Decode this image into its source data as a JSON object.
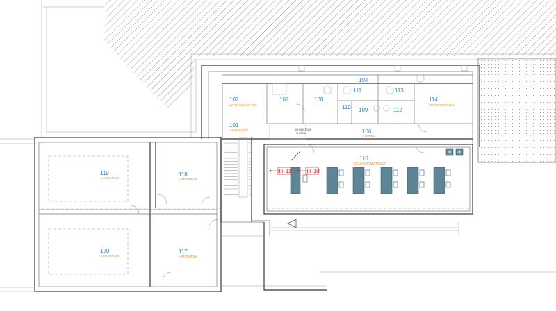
{
  "rooms": {
    "r102": {
      "number": "102",
      "label": "- VÝTAHOVÁ ŠACHTA"
    },
    "r101": {
      "number": "101",
      "label": "- SCHODIŠTĚ"
    },
    "r107": {
      "number": "107"
    },
    "r108": {
      "number": "108"
    },
    "r104": {
      "number": "104"
    },
    "r111": {
      "number": "111"
    },
    "r113": {
      "number": "113"
    },
    "r110": {
      "number": "110"
    },
    "r109": {
      "number": "109"
    },
    "r112": {
      "number": "112"
    },
    "r114": {
      "number": "114",
      "label": "- SKLAD/SPISOVNA"
    },
    "r106": {
      "number": "106",
      "label": "- CHODBA"
    },
    "r116": {
      "number": "116",
      "label": "- ODUKAČNÍ MÍSTNOST"
    },
    "r119": {
      "number": "119",
      "label": "- LAPIDÁRIUM"
    },
    "r118": {
      "number": "118",
      "label": "- LAPIDÁRIUM"
    },
    "r120": {
      "number": "120",
      "label": "- LAPIDÁRIUM"
    },
    "r117": {
      "number": "117",
      "label": "- LAPIDÁRIUM"
    }
  },
  "annotations": {
    "small_label_1": "SCHODIŠŤOVÁ",
    "small_label_2": "PLOŠINA"
  },
  "tags": [
    {
      "id": "IT-11",
      "label": "IT-11"
    },
    {
      "id": "IT-10",
      "label": "IT-10"
    }
  ],
  "colors": {
    "room_number": "#2f86c9",
    "room_label": "#e08a2c",
    "tag": "#d7262b",
    "furniture": "#5e8596",
    "walls": "#555555"
  }
}
